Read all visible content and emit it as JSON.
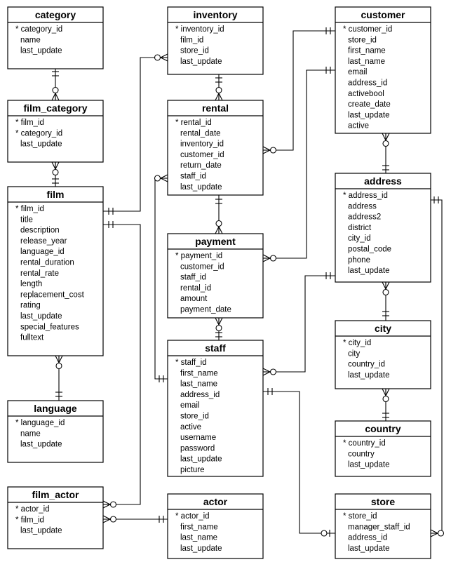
{
  "tables": {
    "category": {
      "title": "category",
      "fields": [
        "* category_id",
        "name",
        "last_update"
      ]
    },
    "film_category": {
      "title": "film_category",
      "fields": [
        "* film_id",
        "* category_id",
        "last_update"
      ]
    },
    "film": {
      "title": "film",
      "fields": [
        "* film_id",
        "title",
        "description",
        "release_year",
        "language_id",
        "rental_duration",
        "rental_rate",
        "length",
        "replacement_cost",
        "rating",
        "last_update",
        "special_features",
        "fulltext"
      ]
    },
    "language": {
      "title": "language",
      "fields": [
        "* language_id",
        "name",
        "last_update"
      ]
    },
    "film_actor": {
      "title": "film_actor",
      "fields": [
        "* actor_id",
        "* film_id",
        "last_update"
      ]
    },
    "inventory": {
      "title": "inventory",
      "fields": [
        "* inventory_id",
        "film_id",
        "store_id",
        "last_update"
      ]
    },
    "rental": {
      "title": "rental",
      "fields": [
        "* rental_id",
        "rental_date",
        "inventory_id",
        "customer_id",
        "return_date",
        "staff_id",
        "last_update"
      ]
    },
    "payment": {
      "title": "payment",
      "fields": [
        "* payment_id",
        "customer_id",
        "staff_id",
        "rental_id",
        "amount",
        "payment_date"
      ]
    },
    "staff": {
      "title": "staff",
      "fields": [
        "* staff_id",
        "first_name",
        "last_name",
        "address_id",
        "email",
        "store_id",
        "active",
        "username",
        "password",
        "last_update",
        "picture"
      ]
    },
    "actor": {
      "title": "actor",
      "fields": [
        "* actor_id",
        "first_name",
        "last_name",
        "last_update"
      ]
    },
    "customer": {
      "title": "customer",
      "fields": [
        "* customer_id",
        "store_id",
        "first_name",
        "last_name",
        "email",
        "address_id",
        "activebool",
        "create_date",
        "last_update",
        "active"
      ]
    },
    "address": {
      "title": "address",
      "fields": [
        "* address_id",
        "address",
        "address2",
        "district",
        "city_id",
        "postal_code",
        "phone",
        "last_update"
      ]
    },
    "city": {
      "title": "city",
      "fields": [
        "* city_id",
        "city",
        "country_id",
        "last_update"
      ]
    },
    "country": {
      "title": "country",
      "fields": [
        "* country_id",
        "country",
        "last_update"
      ]
    },
    "store": {
      "title": "store",
      "fields": [
        "* store_id",
        "manager_staff_id",
        "address_id",
        "last_update"
      ]
    }
  },
  "relationships": [
    {
      "from": "category",
      "to": "film_category",
      "from_end": "one",
      "to_end": "zero-or-many"
    },
    {
      "from": "film",
      "to": "film_category",
      "from_end": "one",
      "to_end": "zero-or-many"
    },
    {
      "from": "film",
      "to": "language",
      "from_end": "zero-or-many",
      "to_end": "one"
    },
    {
      "from": "film",
      "to": "inventory",
      "from_end": "one",
      "to_end": "zero-or-many"
    },
    {
      "from": "film",
      "to": "film_actor",
      "from_end": "one",
      "to_end": "zero-or-many"
    },
    {
      "from": "actor",
      "to": "film_actor",
      "from_end": "one",
      "to_end": "zero-or-many"
    },
    {
      "from": "inventory",
      "to": "rental",
      "from_end": "one",
      "to_end": "zero-or-many"
    },
    {
      "from": "customer",
      "to": "rental",
      "from_end": "one",
      "to_end": "zero-or-many"
    },
    {
      "from": "rental",
      "to": "payment",
      "from_end": "one",
      "to_end": "zero-or-many"
    },
    {
      "from": "customer",
      "to": "payment",
      "from_end": "one",
      "to_end": "zero-or-many"
    },
    {
      "from": "staff",
      "to": "payment",
      "from_end": "one",
      "to_end": "zero-or-many"
    },
    {
      "from": "staff",
      "to": "rental",
      "from_end": "one",
      "to_end": "zero-or-many"
    },
    {
      "from": "address",
      "to": "customer",
      "from_end": "one",
      "to_end": "zero-or-many"
    },
    {
      "from": "address",
      "to": "staff",
      "from_end": "one",
      "to_end": "zero-or-many"
    },
    {
      "from": "address",
      "to": "store",
      "from_end": "one",
      "to_end": "zero-or-many"
    },
    {
      "from": "city",
      "to": "address",
      "from_end": "one",
      "to_end": "zero-or-many"
    },
    {
      "from": "country",
      "to": "city",
      "from_end": "one",
      "to_end": "zero-or-many"
    },
    {
      "from": "staff",
      "to": "store",
      "from_end": "one",
      "to_end": "one-or-zero"
    }
  ]
}
